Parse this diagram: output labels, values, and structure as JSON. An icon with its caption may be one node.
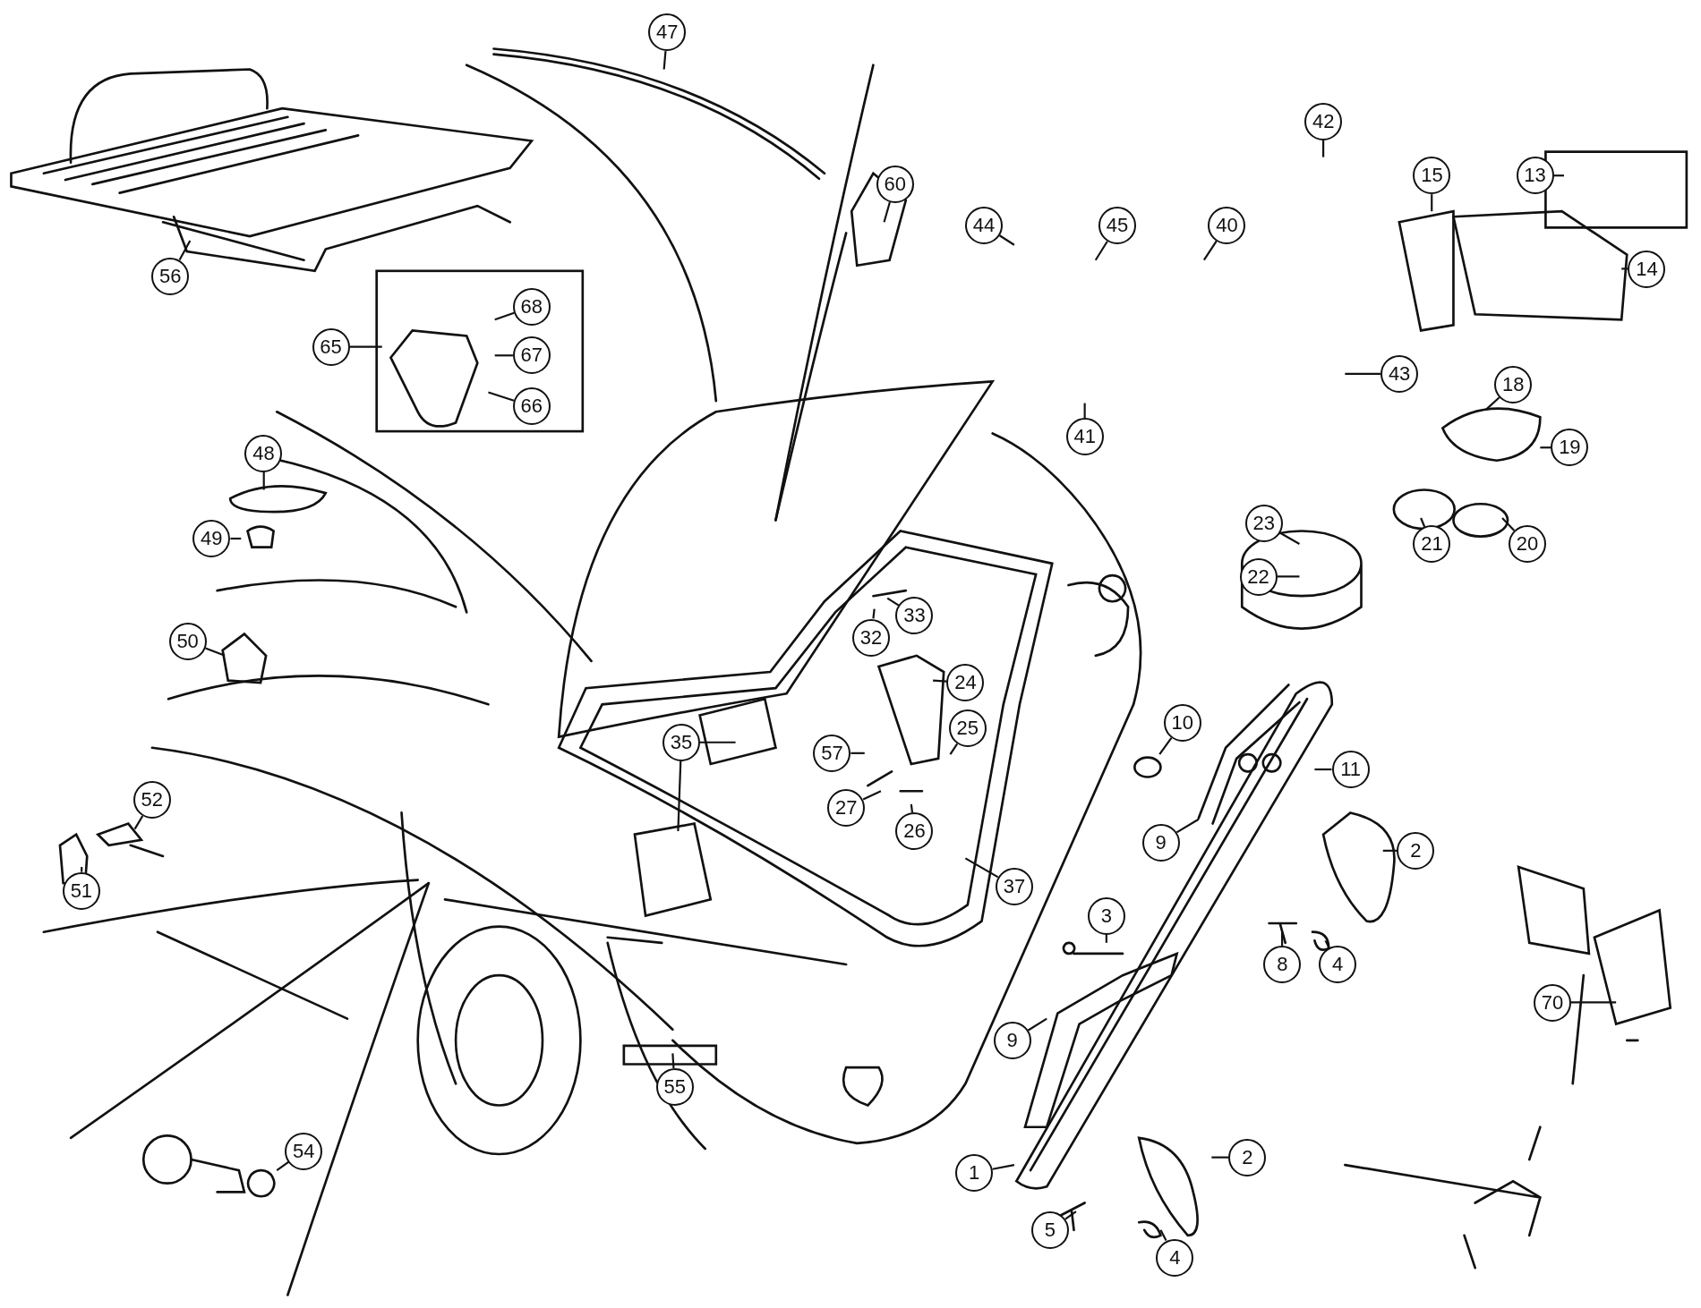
{
  "diagram": {
    "nodes": [
      {
        "text": [
          "47"
        ]
      },
      {
        "text": [
          "56"
        ]
      },
      {
        "text": [
          "60"
        ]
      },
      {
        "text": [
          "65"
        ]
      },
      {
        "text": [
          "68"
        ]
      },
      {
        "text": [
          "67"
        ]
      },
      {
        "text": [
          "66"
        ]
      },
      {
        "text": [
          "44"
        ]
      },
      {
        "text": [
          "45"
        ]
      },
      {
        "text": [
          "40"
        ]
      },
      {
        "text": [
          "42"
        ]
      },
      {
        "text": [
          "41"
        ]
      },
      {
        "text": [
          "43"
        ]
      },
      {
        "text": [
          "15"
        ]
      },
      {
        "text": [
          "13"
        ]
      },
      {
        "text": [
          "14"
        ]
      },
      {
        "text": [
          "18"
        ]
      },
      {
        "text": [
          "19"
        ]
      },
      {
        "text": [
          "23"
        ]
      },
      {
        "text": [
          "22"
        ]
      },
      {
        "text": [
          "21"
        ]
      },
      {
        "text": [
          "20"
        ]
      },
      {
        "text": [
          "48"
        ]
      },
      {
        "text": [
          "49"
        ]
      },
      {
        "text": [
          "50"
        ]
      },
      {
        "text": [
          "33"
        ]
      },
      {
        "text": [
          "32"
        ]
      },
      {
        "text": [
          "24"
        ]
      },
      {
        "text": [
          "25"
        ]
      },
      {
        "text": [
          "35"
        ]
      },
      {
        "text": [
          "57"
        ]
      },
      {
        "text": [
          "27"
        ]
      },
      {
        "text": [
          "26"
        ]
      },
      {
        "text": [
          "10"
        ]
      },
      {
        "text": [
          "11"
        ]
      },
      {
        "text": [
          "9"
        ]
      },
      {
        "text": [
          "2"
        ]
      },
      {
        "text": [
          "52"
        ]
      },
      {
        "text": [
          "51"
        ]
      },
      {
        "text": [
          "37"
        ]
      },
      {
        "text": [
          "3"
        ]
      },
      {
        "text": [
          "8"
        ]
      },
      {
        "text": [
          "4"
        ]
      },
      {
        "text": [
          "70"
        ]
      },
      {
        "text": [
          "9"
        ]
      },
      {
        "text": [
          "55"
        ]
      },
      {
        "text": [
          "54"
        ]
      },
      {
        "text": [
          "1"
        ]
      },
      {
        "text": [
          "2"
        ]
      },
      {
        "text": [
          "5"
        ]
      },
      {
        "text": [
          "4"
        ]
      }
    ],
    "edges": [
      {
        "from": 0,
        "to": null,
        "arrow": "none"
      },
      {
        "from": 1,
        "to": null,
        "arrow": "none"
      },
      {
        "from": 2,
        "to": null,
        "arrow": "none"
      },
      {
        "from": 3,
        "to": null,
        "arrow": "none"
      },
      {
        "from": 4,
        "to": null,
        "arrow": "none"
      },
      {
        "from": 5,
        "to": null,
        "arrow": "none"
      },
      {
        "from": 6,
        "to": null,
        "arrow": "none"
      },
      {
        "from": 7,
        "to": null,
        "arrow": "none"
      },
      {
        "from": 8,
        "to": null,
        "arrow": "none"
      },
      {
        "from": 9,
        "to": null,
        "arrow": "none"
      },
      {
        "from": 10,
        "to": null,
        "arrow": "none"
      },
      {
        "from": 11,
        "to": null,
        "arrow": "none"
      },
      {
        "from": 12,
        "to": null,
        "arrow": "none"
      },
      {
        "from": 13,
        "to": null,
        "arrow": "none"
      },
      {
        "from": 14,
        "to": null,
        "arrow": "none"
      },
      {
        "from": 15,
        "to": null,
        "arrow": "none"
      },
      {
        "from": 16,
        "to": null,
        "arrow": "none"
      },
      {
        "from": 17,
        "to": null,
        "arrow": "none"
      },
      {
        "from": 18,
        "to": null,
        "arrow": "none"
      },
      {
        "from": 19,
        "to": null,
        "arrow": "none"
      },
      {
        "from": 20,
        "to": null,
        "arrow": "none"
      },
      {
        "from": 21,
        "to": null,
        "arrow": "none"
      },
      {
        "from": 22,
        "to": null,
        "arrow": "none"
      },
      {
        "from": 23,
        "to": null,
        "arrow": "none"
      },
      {
        "from": 24,
        "to": null,
        "arrow": "none"
      },
      {
        "from": 25,
        "to": null,
        "arrow": "none"
      },
      {
        "from": 26,
        "to": null,
        "arrow": "none"
      },
      {
        "from": 27,
        "to": null,
        "arrow": "none"
      },
      {
        "from": 28,
        "to": null,
        "arrow": "none"
      },
      {
        "from": 29,
        "to": null,
        "arrow": "none"
      },
      {
        "from": 29,
        "to": null,
        "arrow": "none"
      },
      {
        "from": 30,
        "to": null,
        "arrow": "none"
      },
      {
        "from": 31,
        "to": null,
        "arrow": "none"
      },
      {
        "from": 32,
        "to": null,
        "arrow": "none"
      },
      {
        "from": 33,
        "to": null,
        "arrow": "none"
      },
      {
        "from": 34,
        "to": null,
        "arrow": "none"
      },
      {
        "from": 35,
        "to": null,
        "arrow": "none"
      },
      {
        "from": 36,
        "to": null,
        "arrow": "none"
      },
      {
        "from": 37,
        "to": null,
        "arrow": "none"
      },
      {
        "from": 38,
        "to": null,
        "arrow": "none"
      },
      {
        "from": 39,
        "to": null,
        "arrow": "none"
      },
      {
        "from": 40,
        "to": null,
        "arrow": "none"
      },
      {
        "from": 41,
        "to": null,
        "arrow": "none"
      },
      {
        "from": 42,
        "to": null,
        "arrow": "none"
      },
      {
        "from": 43,
        "to": null,
        "arrow": "none"
      },
      {
        "from": 44,
        "to": null,
        "arrow": "none"
      },
      {
        "from": 45,
        "to": null,
        "arrow": "none"
      },
      {
        "from": 46,
        "to": null,
        "arrow": "none"
      },
      {
        "from": 47,
        "to": null,
        "arrow": "none"
      },
      {
        "from": 48,
        "to": null,
        "arrow": "none"
      },
      {
        "from": 49,
        "to": null,
        "arrow": "none"
      },
      {
        "from": 50,
        "to": null,
        "arrow": "none"
      }
    ]
  }
}
